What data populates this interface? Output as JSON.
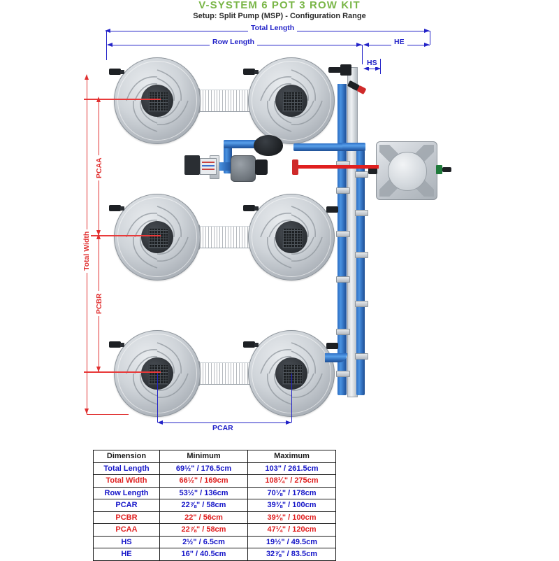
{
  "header": {
    "title": "V-SYSTEM 6 POT 3 ROW KIT",
    "subtitle": "Setup: Split Pump (MSP) - Configuration Range",
    "title_color": "#7ab648"
  },
  "dimension_labels": {
    "total_length": "Total Length",
    "row_length": "Row Length",
    "he": "HE",
    "hs": "HS",
    "total_width": "Total Width",
    "pcaa": "PCAA",
    "pcbr": "PCBR",
    "pcar": "PCAR",
    "blue": "#2323c8",
    "red": "#e03030"
  },
  "table": {
    "headers": [
      "Dimension",
      "Minimum",
      "Maximum"
    ],
    "rows": [
      {
        "label": "Total Length",
        "min": "69½\" / 176.5cm",
        "max": "103\" / 261.5cm",
        "color": "blue"
      },
      {
        "label": "Total Width",
        "min": "66½\" / 169cm",
        "max": "108¼\" / 275cm",
        "color": "red"
      },
      {
        "label": "Row Length",
        "min": "53½\" / 136cm",
        "max": "70⅛\" / 178cm",
        "color": "blue"
      },
      {
        "label": "PCAR",
        "min": "22⅞\" / 58cm",
        "max": "39⅜\" / 100cm",
        "color": "blue"
      },
      {
        "label": "PCBR",
        "min": "22\" / 56cm",
        "max": "39⅜\" / 100cm",
        "color": "red"
      },
      {
        "label": "PCAA",
        "min": "22⅞\" / 58cm",
        "max": "47¼\" / 120cm",
        "color": "red"
      },
      {
        "label": "HS",
        "min": "2½\" / 6.5cm",
        "max": "19½\" / 49.5cm",
        "color": "blue"
      },
      {
        "label": "HE",
        "min": "16\" / 40.5cm",
        "max": "32⅞\" / 83.5cm",
        "color": "blue"
      }
    ]
  },
  "equipment": {
    "pot_count": 6,
    "row_count": 3,
    "pots_per_row": 2,
    "reservoir_label": "reservoir-tank",
    "pump_label": "split-pump"
  }
}
